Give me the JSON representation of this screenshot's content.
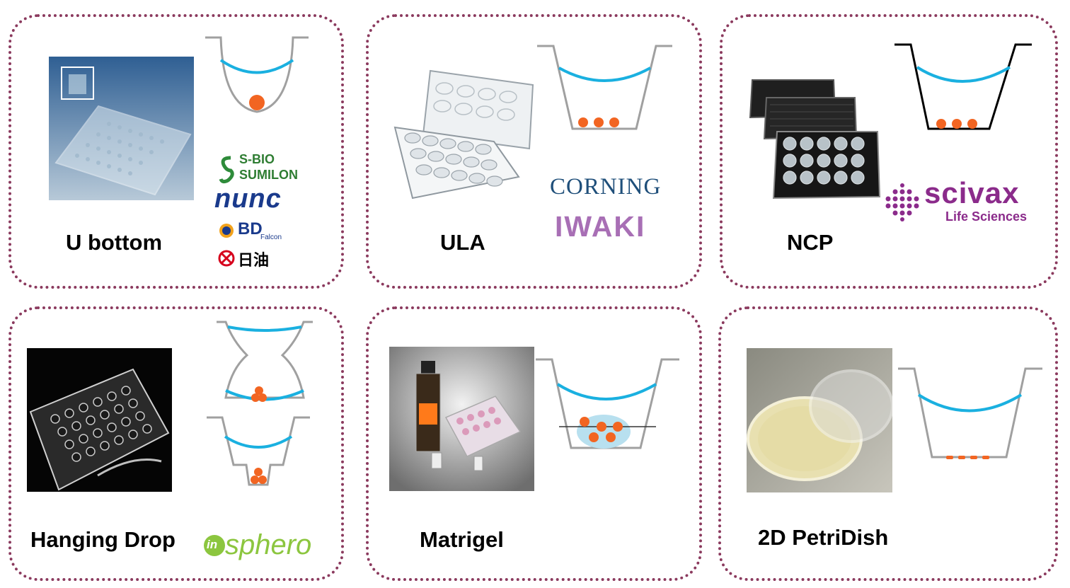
{
  "panels": [
    {
      "label": "U bottom",
      "logos": {
        "sbio_line1": "S-BIO",
        "sbio_line2": "SUMILON",
        "nunc": "nunc",
        "bd": "BD",
        "bd_sub": "Falcon",
        "nof": "日油"
      }
    },
    {
      "label": "ULA",
      "logos": {
        "corning": "CORNING",
        "iwaki": "IWAKI"
      }
    },
    {
      "label": "NCP",
      "logos": {
        "scivax": "scivax",
        "scivax_sub": "Life Sciences"
      }
    },
    {
      "label": "Hanging Drop",
      "logos": {
        "insphero_in": "in",
        "insphero_rest": "sphero"
      }
    },
    {
      "label": "Matrigel"
    },
    {
      "label": "2D PetriDish"
    }
  ],
  "colors": {
    "border": "#8b3a5e",
    "medium": "#1ab0e0",
    "cell": "#f26522",
    "well": "#a0a0a0"
  }
}
